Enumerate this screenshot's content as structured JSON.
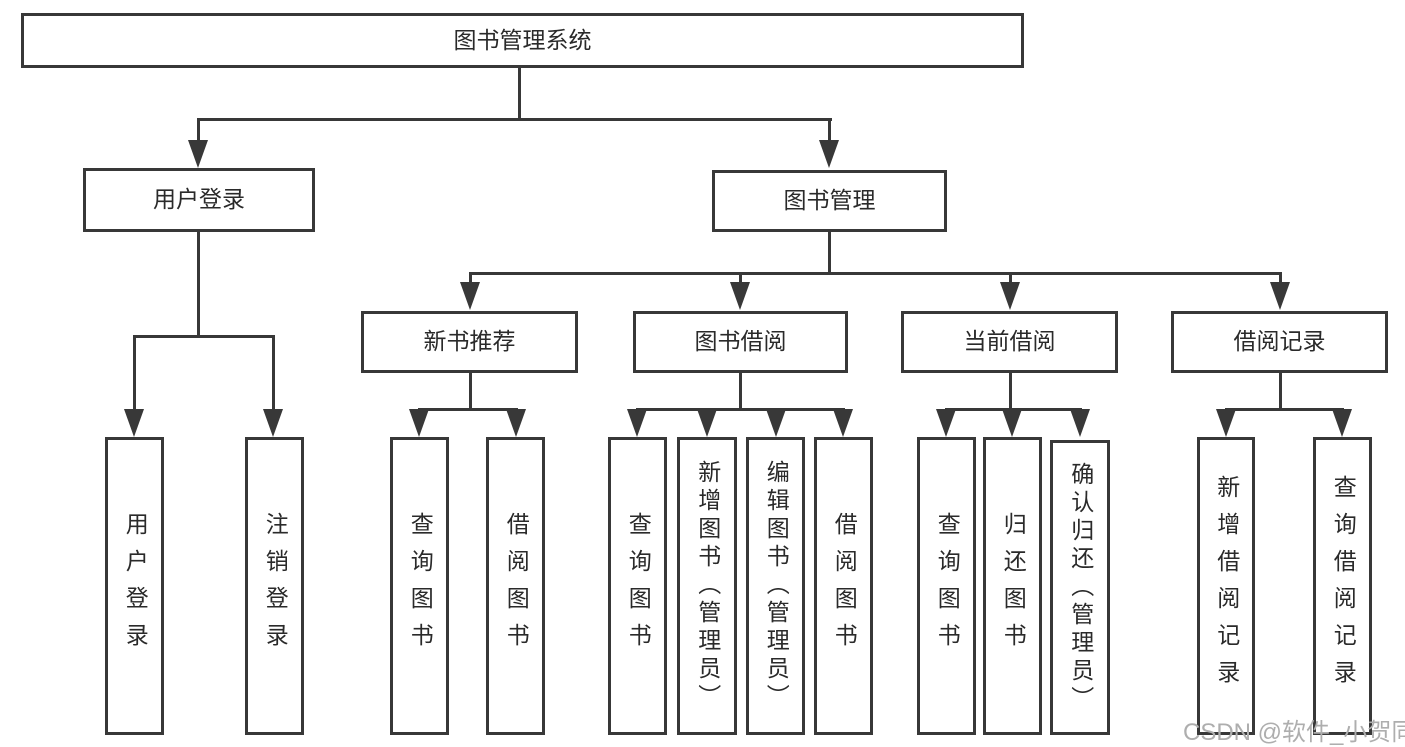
{
  "tree": {
    "label": "图书管理系统",
    "children": [
      {
        "label": "用户登录",
        "children": [
          {
            "label": "用户登录"
          },
          {
            "label": "注销登录"
          }
        ]
      },
      {
        "label": "图书管理",
        "children": [
          {
            "label": "新书推荐",
            "children": [
              {
                "label": "查询图书"
              },
              {
                "label": "借阅图书"
              }
            ]
          },
          {
            "label": "图书借阅",
            "children": [
              {
                "label": "查询图书"
              },
              {
                "label": "新增图书（管理员）"
              },
              {
                "label": "编辑图书（管理员）"
              },
              {
                "label": "借阅图书"
              }
            ]
          },
          {
            "label": "当前借阅",
            "children": [
              {
                "label": "查询图书"
              },
              {
                "label": "归还图书"
              },
              {
                "label": "确认归还（管理员）"
              }
            ]
          },
          {
            "label": "借阅记录",
            "children": [
              {
                "label": "新增借阅记录"
              },
              {
                "label": "查询借阅记录"
              }
            ]
          }
        ]
      }
    ]
  },
  "watermark": {
    "text": "CSDN @软件_小贺同学"
  },
  "colors": {
    "line": "#383838",
    "text": "#2a2a2a",
    "watermark": "#aeaeae",
    "background": "#ffffff"
  }
}
